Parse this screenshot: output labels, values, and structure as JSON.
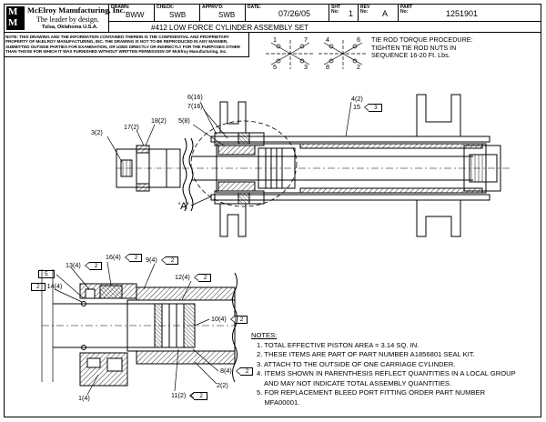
{
  "title_block": {
    "company_name": "McElroy Manufacturing, Inc.",
    "slogan": "The leader by design.",
    "location": "Tulsa, Oklahoma U.S.A.",
    "drawn_label": "DRAWN:",
    "drawn_value": "BWW",
    "check_label": "CHECK:",
    "check_value": "SWB",
    "apprvd_label": "APPRV'D:",
    "apprvd_value": "SWB",
    "date_label": "DATE:",
    "date_value": "07/26/05",
    "sht_label": "SHT No:",
    "sht_value": "1",
    "rev_label": "REV No:",
    "rev_value": "A",
    "part_label": "PART No:",
    "part_value": "1251901",
    "drawing_title": "#412 LOW FORCE CYLINDER ASSEMBLY SET",
    "notice": "NOTE: THIS DRAWING AND THE INFORMATION CONTAINED THEREIN IS THE CONFIDENTIAL AND PROPRIETARY PROPERTY OF McELROY MANUFACTURING, INC. THE DRAWING IS NOT TO BE REPRODUCED IN ANY MANNER, SUBMITTED OUTSIDE PARTIES FOR EXAMINATION, OR USED DIRECTLY OR INDIRECTLY FOR THE PURPOSES OTHER THAN THOSE FOR WHICH IT WAS FURNISHED WITHOUT WRITTEN PERMISSION OF McElroy Manufacturing, Inc."
  },
  "torque_pattern": {
    "left": {
      "top_left": "1",
      "top_right": "7",
      "bottom_left": "5",
      "bottom_right": "3"
    },
    "right": {
      "top_left": "4",
      "top_right": "6",
      "bottom_left": "8",
      "bottom_right": "2"
    }
  },
  "tie_rod_procedure": {
    "line1": "TIE ROD TORQUE PROCEDURE:",
    "line2": "TIGHTEN TIE ROD NUTS IN",
    "line3": "SEQUENCE 16-20 Ft. Lbs."
  },
  "callouts": {
    "c6_16": "6(16)",
    "c7_16": "7(16)",
    "c5_8": "5(8)",
    "c3_2": "3(2)",
    "c17_2": "17(2)",
    "c18_2": "18(2)",
    "c4_2": "4(2)",
    "c15": "15",
    "c15_flag": "3",
    "section_label": "'A'",
    "c16_4": "16(4)",
    "c16_4_flag": "2",
    "c13_4": "13(4)",
    "c13_4_flag": "2",
    "c9_4": "9(4)",
    "c9_4_flag": "2",
    "c12_4": "12(4)",
    "c12_4_flag": "2",
    "c5_box": "5",
    "c2_box": "2",
    "c14_4": "14(4)",
    "c10_4": "10(4)",
    "c10_4_flag": "2",
    "c8_4": "8(4)",
    "c8_4_flag": "2",
    "c2_2": "2(2)",
    "c11_2": "11(2)",
    "c11_2_flag": "2",
    "c1_4": "1(4)"
  },
  "notes": {
    "heading": "NOTES:",
    "items": [
      "1. TOTAL EFFECTIVE PISTON AREA = 3.14 SQ. IN.",
      "2. THESE ITEMS ARE PART OF PART NUMBER A1856801 SEAL KIT.",
      "3. ATTACH TO THE OUTSIDE OF ONE CARRIAGE CYLINDER.",
      "4. ITEMS SHOWN IN PARENTHESIS REFLECT QUANTITIES IN A LOCAL GROUP",
      "    AND MAY NOT INDICATE TOTAL ASSEMBLY QUANTITIES.",
      "5. FOR REPLACEMENT BLEED PORT FITTING ORDER PART NUMBER",
      "    MFA00001."
    ]
  }
}
